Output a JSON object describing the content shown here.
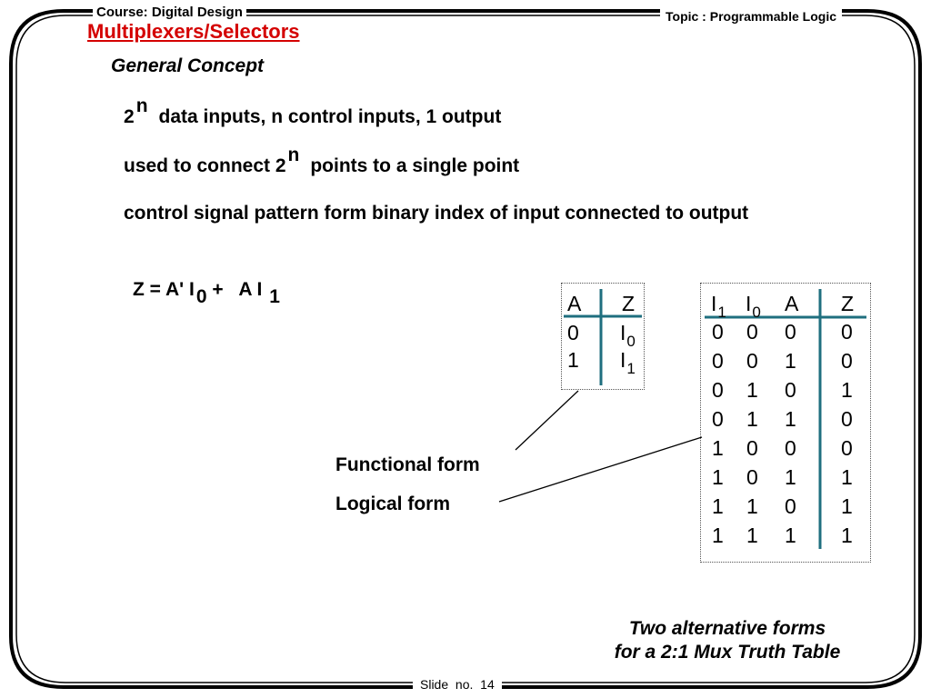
{
  "header": {
    "course": "Course: Digital Design",
    "topic": "Topic : Programmable Logic",
    "title": "Multiplexers/Selectors",
    "concept": "General Concept"
  },
  "bullets": {
    "b1_base": "2",
    "b1_sup": "n",
    "b1_rest": "data inputs, n control inputs, 1 output",
    "b2_pre": "used to connect 2",
    "b2_sup": "n",
    "b2_rest": "points to a single point",
    "b3": "control signal pattern form binary index of input connected to output"
  },
  "equation": {
    "part1": "Z = A' I",
    "sub0": "0",
    "part2": " +   A I ",
    "sub1": "1"
  },
  "functional_table": {
    "headers": [
      "A",
      "Z"
    ],
    "rows": [
      {
        "a": "0",
        "z": "I",
        "zsub": "0"
      },
      {
        "a": "1",
        "z": "I",
        "zsub": "1"
      }
    ]
  },
  "logical_table": {
    "headers": [
      {
        "text": "I",
        "sub": "1"
      },
      {
        "text": "I",
        "sub": "0"
      },
      {
        "text": "A",
        "sub": ""
      },
      {
        "text": "Z",
        "sub": ""
      }
    ],
    "rows": [
      [
        "0",
        "0",
        "0",
        "0"
      ],
      [
        "0",
        "0",
        "1",
        "0"
      ],
      [
        "0",
        "1",
        "0",
        "1"
      ],
      [
        "0",
        "1",
        "1",
        "0"
      ],
      [
        "1",
        "0",
        "0",
        "0"
      ],
      [
        "1",
        "0",
        "1",
        "1"
      ],
      [
        "1",
        "1",
        "0",
        "1"
      ],
      [
        "1",
        "1",
        "1",
        "1"
      ]
    ]
  },
  "labels": {
    "functional": "Functional form",
    "logical": "Logical form"
  },
  "caption": {
    "line1": "Two alternative forms",
    "line2": "for a 2:1 Mux Truth Table"
  },
  "footer": {
    "slide": "Slide  no.  14"
  },
  "colors": {
    "title": "#d40000",
    "table_rule": "#1f6f7f"
  }
}
